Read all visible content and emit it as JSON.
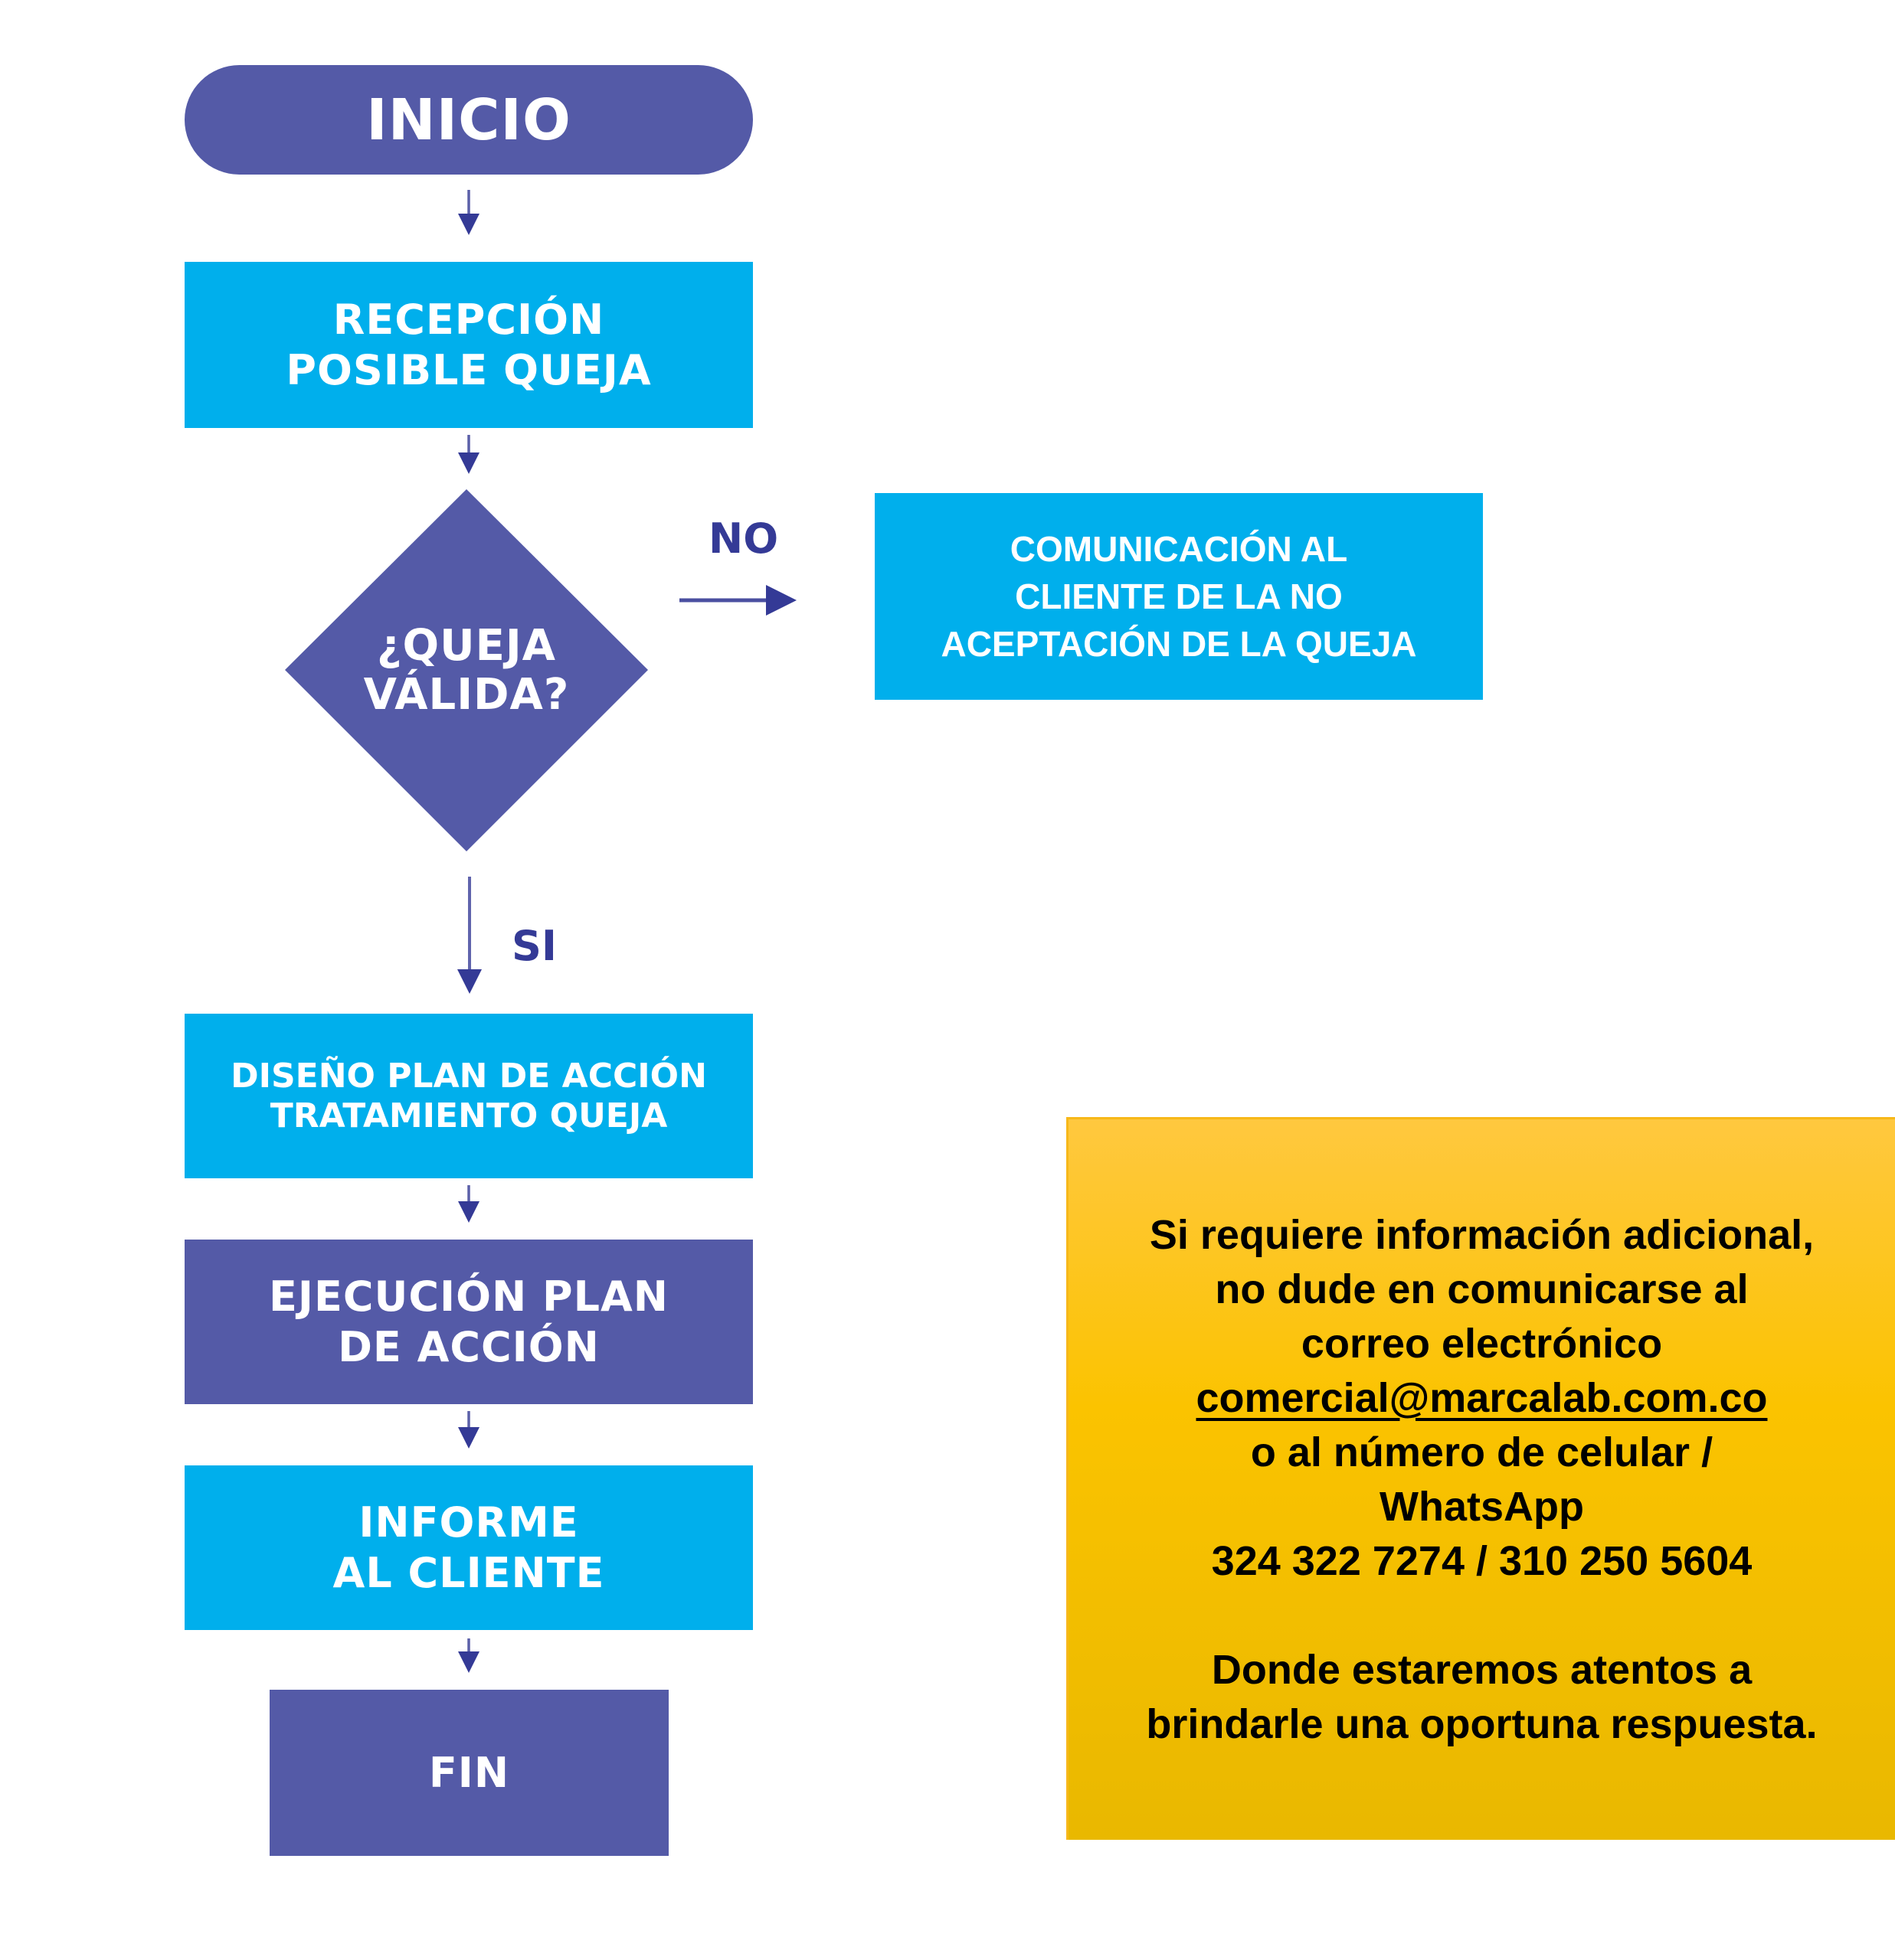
{
  "flowchart": {
    "colors": {
      "purple": "#545aa7",
      "cyan": "#00afec",
      "label": "#343a96",
      "info_box": "#fbc300"
    },
    "start": "INICIO",
    "steps": {
      "reception": "RECEPCIÓN\nPOSIBLE QUEJA",
      "decision": "¿QUEJA\nVÁLIDA?",
      "rejection": "COMUNICACIÓN AL\nCLIENTE DE LA NO\nACEPTACIÓN DE LA QUEJA",
      "design": "DISEÑO PLAN DE ACCIÓN\nTRATAMIENTO QUEJA",
      "execution": "EJECUCIÓN PLAN\nDE ACCIÓN",
      "report": "INFORME\nAL CLIENTE"
    },
    "end": "FIN",
    "branch_labels": {
      "no": "NO",
      "yes": "SI"
    }
  },
  "info_box": {
    "lines": [
      "Si requiere información adicional,",
      "no dude en comunicarse al",
      "correo electrónico"
    ],
    "email": "comercial@marcalab.com.co",
    "lines2": [
      "o al número de celular /",
      "WhatsApp",
      "324 322 7274 / 310 250 5604"
    ],
    "closing": [
      "Donde estaremos atentos a",
      "brindarle una oportuna respuesta."
    ]
  }
}
